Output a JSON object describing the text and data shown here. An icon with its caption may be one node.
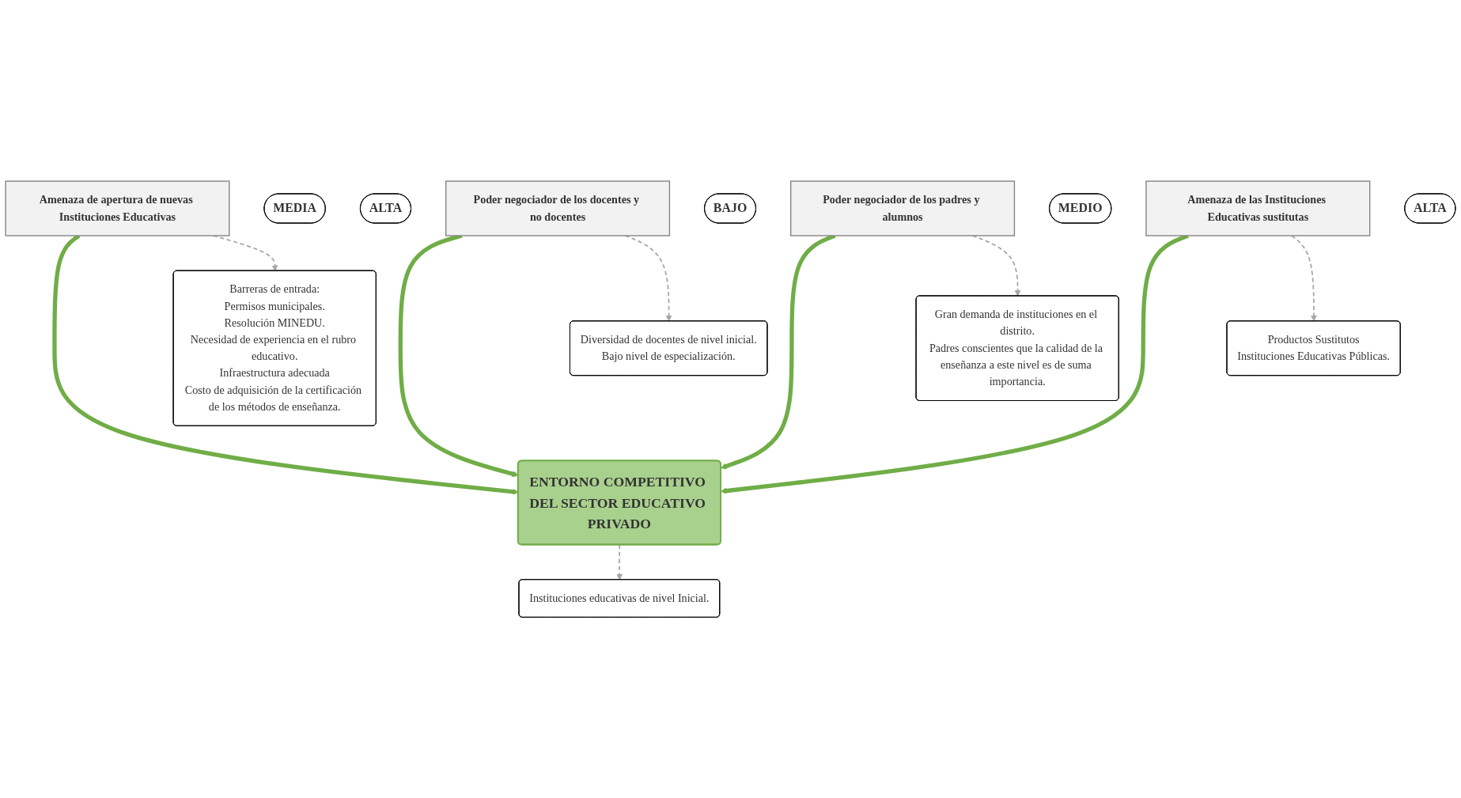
{
  "diagram": {
    "nodes": [
      {
        "text": [
          "ENTORNO COMPETITIVO DEL SECTOR EDUCATIVO PRIVADO"
        ]
      },
      {
        "text": [
          "Amenaza de apertura de nuevas Instituciones Educativas"
        ]
      },
      {
        "text": [
          "Barreras de entrada:",
          "Permisos municipales.",
          "Resolución MINEDU.",
          "Necesidad de experiencia en el rubro educativo.",
          "Infraestructura adecuada",
          "Costo de adquisición de la certificación de los métodos de enseñanza."
        ]
      },
      {
        "text": [
          "MEDIA"
        ]
      },
      {
        "text": [
          "ALTA"
        ]
      },
      {
        "text": [
          "Poder negociador de los docentes y no docentes"
        ]
      },
      {
        "text": [
          "BAJO"
        ]
      },
      {
        "text": [
          "Diversidad de docentes de nivel inicial.",
          "Bajo nivel de especialización."
        ]
      },
      {
        "text": [
          "Instituciones educativas de nivel Inicial."
        ]
      },
      {
        "text": [
          "Poder negociador de los padres y alumnos"
        ]
      },
      {
        "text": [
          "Gran demanda de instituciones en el distrito.",
          "Padres conscientes que la calidad de la enseñanza a este nivel es de suma importancia."
        ]
      },
      {
        "text": [
          "MEDIO"
        ]
      },
      {
        "text": [
          "Amenaza de las Instituciones Educativas sustitutas"
        ]
      },
      {
        "text": [
          "Productos Sustitutos",
          "Instituciones Educativas Públicas."
        ]
      },
      {
        "text": [
          "ALTA"
        ]
      }
    ],
    "edges": [
      {
        "from": 1,
        "to": 0,
        "arrow": "to",
        "style": "thick",
        "color": "#70ad47"
      },
      {
        "from": 5,
        "to": 0,
        "arrow": "to",
        "style": "thick",
        "color": "#70ad47"
      },
      {
        "from": 9,
        "to": 0,
        "arrow": "to",
        "style": "thick",
        "color": "#70ad47"
      },
      {
        "from": 12,
        "to": 0,
        "arrow": "to",
        "style": "thick",
        "color": "#70ad47"
      },
      {
        "from": 1,
        "to": 2,
        "arrow": "to",
        "style": "dashed",
        "color": "#a6a6a6"
      },
      {
        "from": 5,
        "to": 7,
        "arrow": "to",
        "style": "dashed",
        "color": "#a6a6a6"
      },
      {
        "from": 0,
        "to": 8,
        "arrow": "to",
        "style": "dashed",
        "color": "#a6a6a6"
      },
      {
        "from": 9,
        "to": 10,
        "arrow": "to",
        "style": "dashed",
        "color": "#a6a6a6"
      },
      {
        "from": 12,
        "to": 13,
        "arrow": "to",
        "style": "dashed",
        "color": "#a6a6a6"
      }
    ]
  }
}
